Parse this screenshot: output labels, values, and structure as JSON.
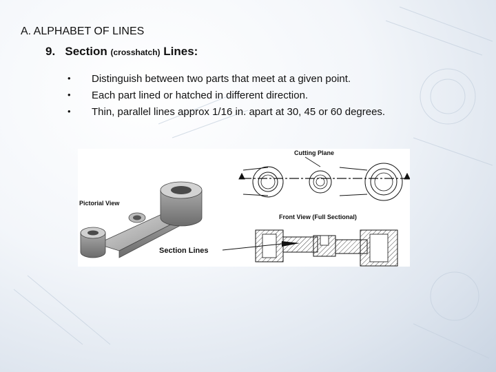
{
  "slide": {
    "heading": "A.   ALPHABET OF LINES",
    "subheading": {
      "number": "9.",
      "part1": "Section",
      "small": "(crosshatch)",
      "part2": "Lines:"
    },
    "bullets": [
      "Distinguish between two parts that meet at a given point.",
      "Each part lined or hatched in different direction.",
      "Thin, parallel lines approx 1/16 in. apart at 30, 45 or 60 degrees."
    ],
    "bullet_glyph": "•"
  },
  "figure": {
    "cutting_plane_label": "Cutting Plane",
    "pictorial_view_label": "Pictorial View",
    "front_view_label": "Front View (Full Sectional)",
    "section_lines_label": "Section  Lines"
  }
}
